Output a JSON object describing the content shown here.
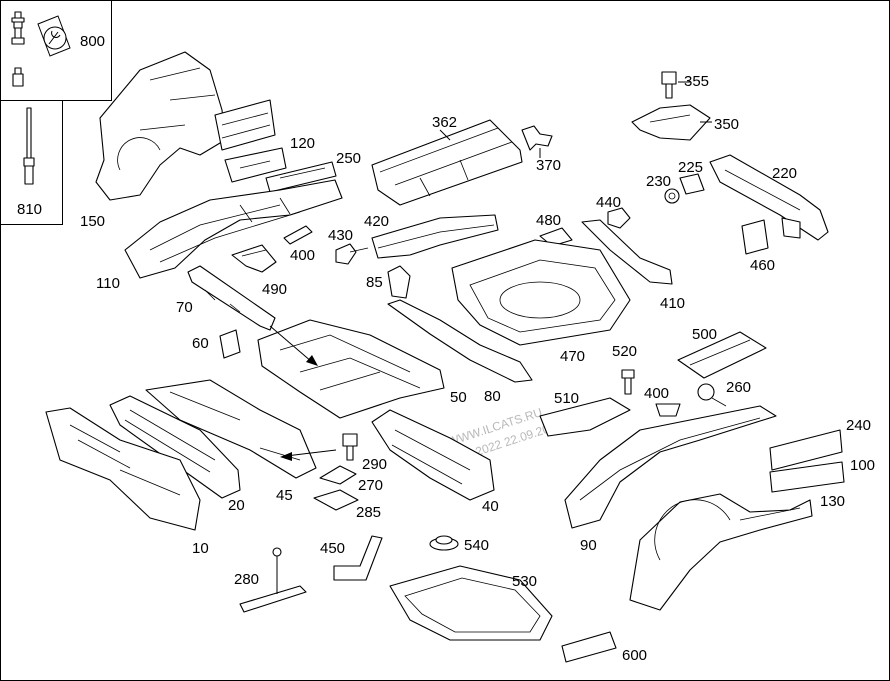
{
  "diagram": {
    "watermark": {
      "line1": "WWW.ILCATS.RU",
      "line2": "22.09.2022 22.09.2022"
    },
    "legend_box": {
      "label_top": "800",
      "label_bottom": "810"
    },
    "labels": {
      "p10": "10",
      "p20": "20",
      "p40": "40",
      "p45": "45",
      "p50": "50",
      "p60": "60",
      "p70": "70",
      "p80": "80",
      "p85": "85",
      "p90": "90",
      "p100": "100",
      "p110": "110",
      "p120": "120",
      "p130": "130",
      "p150": "150",
      "p220": "220",
      "p225": "225",
      "p230": "230",
      "p240": "240",
      "p250": "250",
      "p260": "260",
      "p270": "270",
      "p280": "280",
      "p285": "285",
      "p290": "290",
      "p350": "350",
      "p355": "355",
      "p362": "362",
      "p370": "370",
      "p400a": "400",
      "p400b": "400",
      "p410": "410",
      "p420": "420",
      "p430": "430",
      "p440": "440",
      "p450": "450",
      "p460": "460",
      "p470": "470",
      "p480": "480",
      "p490": "490",
      "p500": "500",
      "p510": "510",
      "p520": "520",
      "p530": "530",
      "p540": "540",
      "p600": "600"
    }
  }
}
